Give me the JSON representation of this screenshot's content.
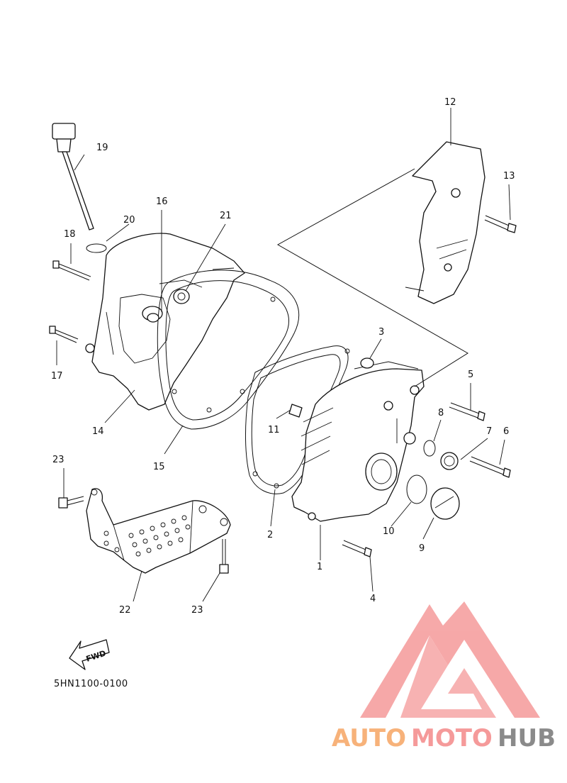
{
  "diagram": {
    "drawing_code": "5HN1100-0100",
    "fwd_label": "FWD",
    "callouts": [
      "1",
      "2",
      "3",
      "4",
      "5",
      "6",
      "7",
      "8",
      "9",
      "10",
      "11",
      "12",
      "13",
      "14",
      "15",
      "16",
      "17",
      "18",
      "19",
      "20",
      "21",
      "22",
      "23",
      "23"
    ]
  },
  "watermark": {
    "text_a": "AUTO",
    "text_b": "MOTO",
    "text_c": "HUB",
    "colors": {
      "orange": "#f7b27a",
      "pink": "#f59a9a",
      "gray": "#8a8a8a"
    }
  }
}
